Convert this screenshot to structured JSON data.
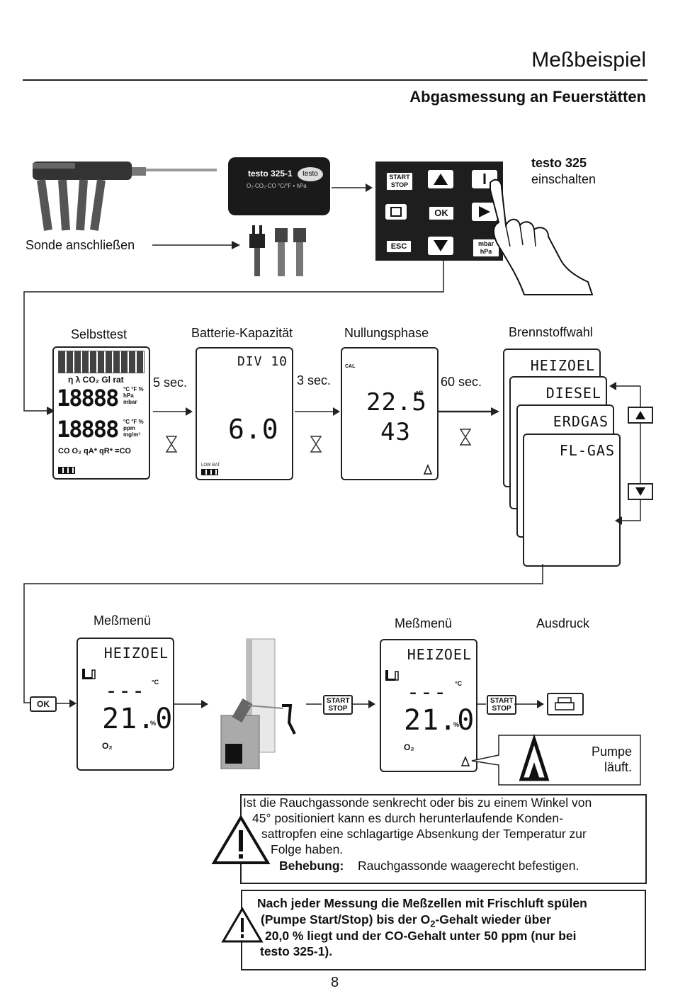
{
  "header": {
    "title": "Meßbeispiel",
    "subtitle": "Abgasmessung an Feuerstätten"
  },
  "step1": {
    "probe_label": "Sonde anschließen",
    "device_name": "testo 325-1",
    "device_brand": "testo",
    "device_sub": "O₂-CO₂-CO  °C/°F • hPa",
    "power_on_bold": "testo 325",
    "power_on_text": "einschalten",
    "keys": {
      "start_stop": "START STOP",
      "ok": "OK",
      "esc": "ESC",
      "mbar": "mbar hPa"
    }
  },
  "step2": {
    "selftest_label": "Selbsttest",
    "battery_label": "Batterie-Kapazität",
    "zero_label": "Nullungsphase",
    "fuel_label": "Brennstoffwahl",
    "t1": "5 sec.",
    "t2": "3 sec.",
    "t3": "60 sec.",
    "selftest_digits_1": "18888",
    "selftest_digits_2": "18888",
    "selftest_row": "η λ CO₂ Gl rat",
    "selftest_bottom": "CO O₂ qA* qR* =CO",
    "selftest_units_1": "°C °F % hPa mbar",
    "selftest_units_2": "°C °F % ppm mg/m³",
    "battery_top": "DIV 10",
    "battery_value": "6.0",
    "battery_low": "LOW BAT",
    "zero_cal": "CAL",
    "zero_v1": "22.5",
    "zero_v2": "43",
    "zero_unit": "°C",
    "fuels": [
      "HEIZOEL",
      "DIESEL",
      "ERDGAS",
      "FL-GAS"
    ]
  },
  "step3": {
    "menu_label_1": "Meßmenü",
    "menu_label_2": "Meßmenü",
    "print_label": "Ausdruck",
    "ok_key": "OK",
    "start_stop_1": "START STOP",
    "start_stop_2": "START STOP",
    "fuel": "HEIZOEL",
    "dash": "---",
    "temp_unit": "°C",
    "o2_value": "21.0",
    "o2_unit": "%",
    "o2_label": "O₂",
    "pump_text": "Pumpe läuft."
  },
  "warning1": {
    "line1": "Ist die Rauchgassonde senkrecht oder bis zu einem Winkel von",
    "line2": "45° positioniert kann es durch herunterlaufende Konden-",
    "line3": "sattropfen eine schlagartige Absenkung der Temperatur zur",
    "line4": "Folge haben.",
    "fix_label": "Behebung:",
    "fix_text": "Rauchgassonde waagerecht befestigen."
  },
  "warning2": {
    "line1": "Nach jeder Messung die Meßzellen mit Frischluft spülen",
    "line2_a": "(Pumpe Start/Stop) bis der O",
    "line2_sub": "2",
    "line2_b": "-Gehalt wieder über",
    "line3": "20,0 % liegt und der CO-Gehalt unter 50 ppm (nur bei",
    "line4": "testo 325-1)."
  },
  "footer": {
    "page_number": "8"
  }
}
